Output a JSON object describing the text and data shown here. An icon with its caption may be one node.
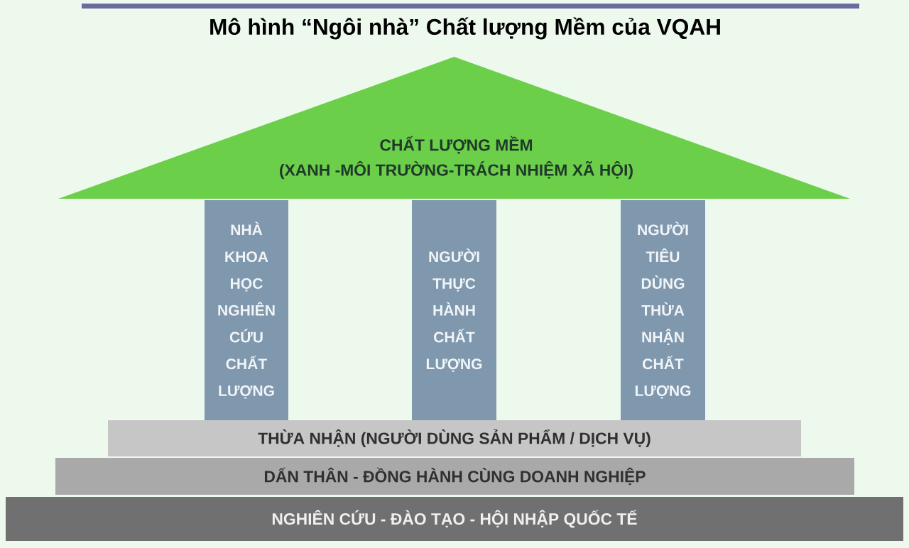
{
  "diagram": {
    "title": "Mô hình “Ngôi nhà” Chất lượng Mềm của VQAH",
    "nodes": [
      {
        "text": [
          "CHẤT LƯỢNG MỀM",
          "(XANH -MÔI TRƯỜNG-TRÁCH NHIỆM XÃ HỘI)"
        ]
      },
      {
        "text": [
          "NHÀ KHOA HỌC NGHIÊN CỨU CHẤT LƯỢNG"
        ]
      },
      {
        "text": [
          "NGƯỜI THỰC HÀNH CHẤT LƯỢNG"
        ]
      },
      {
        "text": [
          "NGƯỜI TIÊU DÙNG THỪA NHẬN CHẤT LƯỢNG"
        ]
      },
      {
        "text": [
          "THỪA NHẬN (NGƯỜI DÙNG SẢN PHẨM / DỊCH VỤ)"
        ]
      },
      {
        "text": [
          "DẤN THÂN - ĐỒNG HÀNH CÙNG DOANH NGHIỆP"
        ]
      },
      {
        "text": [
          "NGHIÊN CỨU - ĐÀO TẠO - HỘI NHẬP QUỐC TẾ"
        ]
      }
    ]
  }
}
